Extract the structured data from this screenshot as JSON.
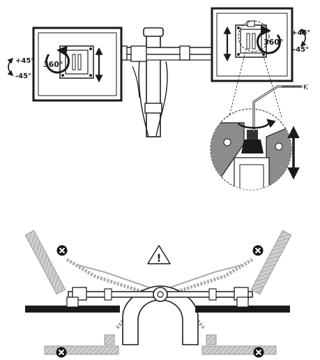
{
  "labels": {
    "left_plus": "+45°",
    "left_minus": "-45°",
    "right_plus": "+45°",
    "right_minus": "-45°",
    "left_rotation": "360°",
    "right_rotation": "360°",
    "key": "K",
    "warning_glyph": "!"
  },
  "colors": {
    "line": "#1a1a1a",
    "ghost_fill": "#c8c8c8",
    "ghost_stroke": "#9a9a9a",
    "forbidden": "#111111",
    "panel_gray": "#888888"
  },
  "icons": {
    "warning": "warning-triangle-icon",
    "forbidden": "forbidden-cross-icon",
    "rotate": "rotation-arrow-icon",
    "tilt": "tilt-arrow-icon",
    "height": "height-arrow-icon"
  }
}
